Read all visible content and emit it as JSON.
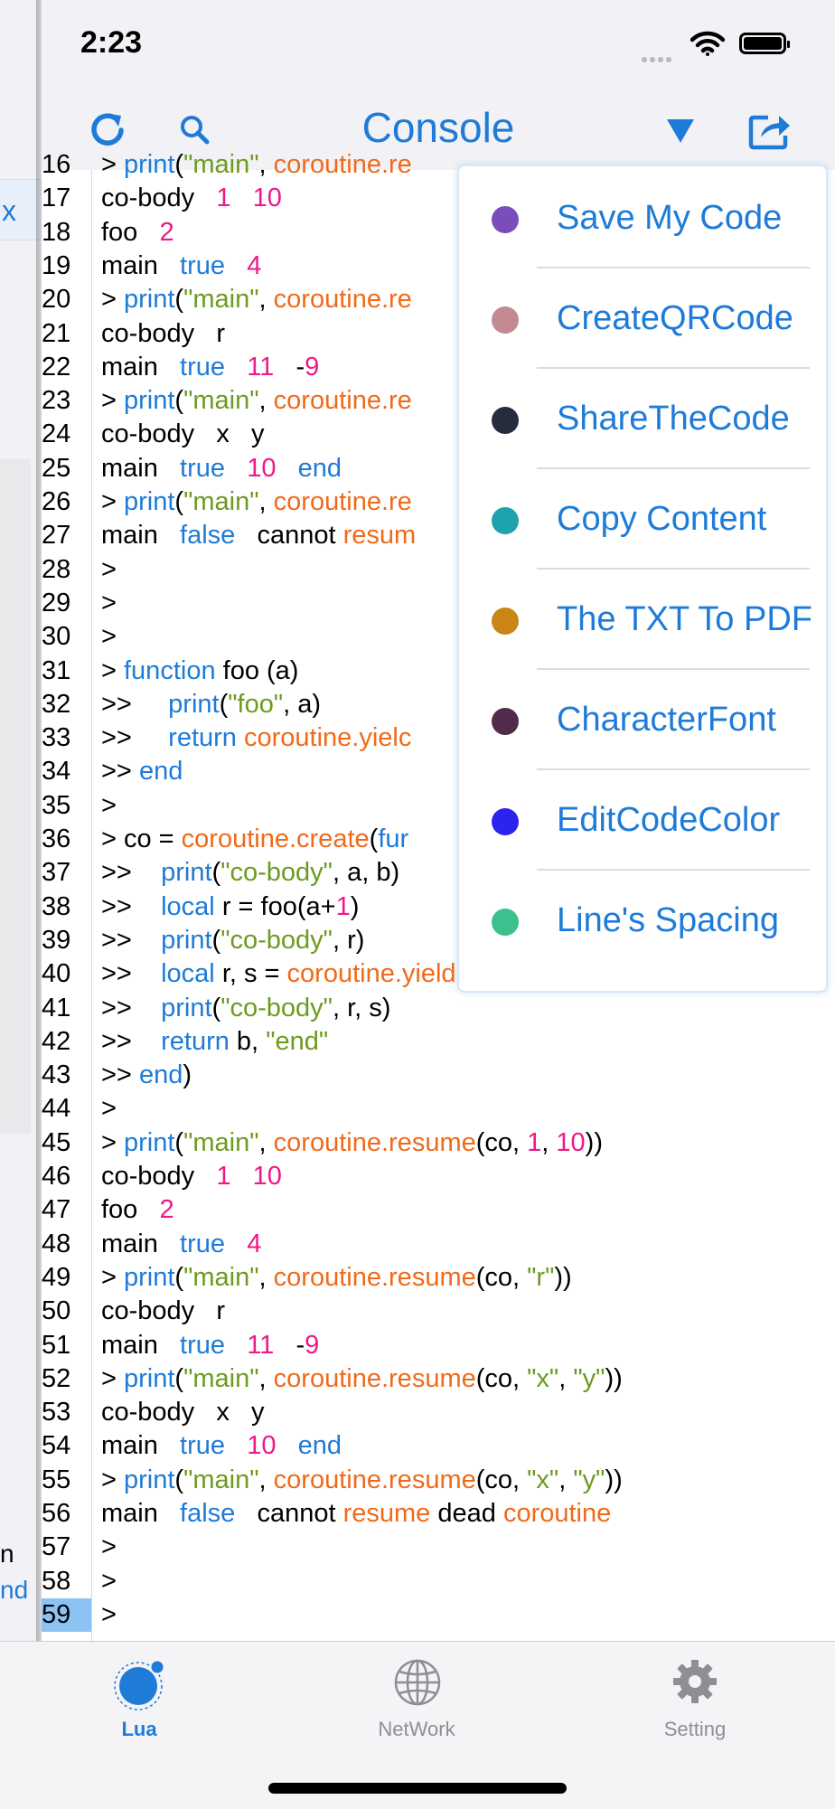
{
  "status": {
    "time": "2:23"
  },
  "nav": {
    "title": "Console"
  },
  "side_panel": {
    "close_label": "x",
    "frag1": "n",
    "frag2": "nd"
  },
  "code_lines": [
    {
      "num": "16",
      "html": "> <span class='k'>print</span>(<span class='s'>\"main\"</span>, <span class='o'>coroutine.re</span>"
    },
    {
      "num": "17",
      "html": "co-body   <span class='n'>1</span>   <span class='n'>10</span>"
    },
    {
      "num": "18",
      "html": "foo   <span class='n'>2</span>"
    },
    {
      "num": "19",
      "html": "main   <span class='k'>true</span>   <span class='n'>4</span>"
    },
    {
      "num": "20",
      "html": "> <span class='k'>print</span>(<span class='s'>\"main\"</span>, <span class='o'>coroutine.re</span>"
    },
    {
      "num": "21",
      "html": "co-body   r"
    },
    {
      "num": "22",
      "html": "main   <span class='k'>true</span>   <span class='n'>11</span>   -<span class='n'>9</span>"
    },
    {
      "num": "23",
      "html": "> <span class='k'>print</span>(<span class='s'>\"main\"</span>, <span class='o'>coroutine.re</span>"
    },
    {
      "num": "24",
      "html": "co-body   x   y"
    },
    {
      "num": "25",
      "html": "main   <span class='k'>true</span>   <span class='n'>10</span>   <span class='k'>end</span>"
    },
    {
      "num": "26",
      "html": "> <span class='k'>print</span>(<span class='s'>\"main\"</span>, <span class='o'>coroutine.re</span>"
    },
    {
      "num": "27",
      "html": "main   <span class='k'>false</span>   cannot <span class='o'>resum</span>"
    },
    {
      "num": "28",
      "html": ">"
    },
    {
      "num": "29",
      "html": ">"
    },
    {
      "num": "30",
      "html": ">"
    },
    {
      "num": "31",
      "html": "> <span class='k'>function</span> foo (a)"
    },
    {
      "num": "32",
      "html": ">>     <span class='k'>print</span>(<span class='s'>\"foo\"</span>, a)"
    },
    {
      "num": "33",
      "html": ">>     <span class='k'>return</span> <span class='o'>coroutine.yielc</span>"
    },
    {
      "num": "34",
      "html": ">> <span class='k'>end</span>"
    },
    {
      "num": "35",
      "html": ">"
    },
    {
      "num": "36",
      "html": "> co = <span class='o'>coroutine.create</span>(<span class='k'>fur</span>"
    },
    {
      "num": "37",
      "html": ">>    <span class='k'>print</span>(<span class='s'>\"co-body\"</span>, a, b)"
    },
    {
      "num": "38",
      "html": ">>    <span class='k'>local</span> r = foo(a+<span class='n'>1</span>)"
    },
    {
      "num": "39",
      "html": ">>    <span class='k'>print</span>(<span class='s'>\"co-body\"</span>, r)"
    },
    {
      "num": "40",
      "html": ">>    <span class='k'>local</span> r, s = <span class='o'>coroutine.yield</span>(a+b, a-b)"
    },
    {
      "num": "41",
      "html": ">>    <span class='k'>print</span>(<span class='s'>\"co-body\"</span>, r, s)"
    },
    {
      "num": "42",
      "html": ">>    <span class='k'>return</span> b, <span class='s'>\"end\"</span>"
    },
    {
      "num": "43",
      "html": ">> <span class='k'>end</span>)"
    },
    {
      "num": "44",
      "html": ">"
    },
    {
      "num": "45",
      "html": "> <span class='k'>print</span>(<span class='s'>\"main\"</span>, <span class='o'>coroutine.resume</span>(co, <span class='n'>1</span>, <span class='n'>10</span>))"
    },
    {
      "num": "46",
      "html": "co-body   <span class='n'>1</span>   <span class='n'>10</span>"
    },
    {
      "num": "47",
      "html": "foo   <span class='n'>2</span>"
    },
    {
      "num": "48",
      "html": "main   <span class='k'>true</span>   <span class='n'>4</span>"
    },
    {
      "num": "49",
      "html": "> <span class='k'>print</span>(<span class='s'>\"main\"</span>, <span class='o'>coroutine.resume</span>(co, <span class='s'>\"r\"</span>))"
    },
    {
      "num": "50",
      "html": "co-body   r"
    },
    {
      "num": "51",
      "html": "main   <span class='k'>true</span>   <span class='n'>11</span>   -<span class='n'>9</span>"
    },
    {
      "num": "52",
      "html": "> <span class='k'>print</span>(<span class='s'>\"main\"</span>, <span class='o'>coroutine.resume</span>(co, <span class='s'>\"x\"</span>, <span class='s'>\"y\"</span>))"
    },
    {
      "num": "53",
      "html": "co-body   x   y"
    },
    {
      "num": "54",
      "html": "main   <span class='k'>true</span>   <span class='n'>10</span>   <span class='k'>end</span>"
    },
    {
      "num": "55",
      "html": "> <span class='k'>print</span>(<span class='s'>\"main\"</span>, <span class='o'>coroutine.resume</span>(co, <span class='s'>\"x\"</span>, <span class='s'>\"y\"</span>))"
    },
    {
      "num": "56",
      "html": "main   <span class='k'>false</span>   cannot <span class='o'>resume</span> dead <span class='o'>coroutine</span>"
    },
    {
      "num": "57",
      "html": ">"
    },
    {
      "num": "58",
      "html": ">"
    },
    {
      "num": "59",
      "html": ">",
      "active": true
    }
  ],
  "menu": {
    "items": [
      {
        "label": "Save My Code",
        "color": "#7b4dbb"
      },
      {
        "label": "CreateQRCode",
        "color": "#c38a92"
      },
      {
        "label": "ShareTheCode",
        "color": "#252c3c"
      },
      {
        "label": "Copy Content",
        "color": "#1ea2ad"
      },
      {
        "label": "The TXT To PDF",
        "color": "#c98617"
      },
      {
        "label": "CharacterFont",
        "color": "#512b4c"
      },
      {
        "label": "EditCodeColor",
        "color": "#2b23ee"
      },
      {
        "label": "Line's Spacing",
        "color": "#3dbf8e"
      }
    ]
  },
  "tabs": [
    {
      "label": "Lua",
      "active": true
    },
    {
      "label": "NetWork",
      "active": false
    },
    {
      "label": "Setting",
      "active": false
    }
  ],
  "colors": {
    "accent": "#1e7bd8",
    "keyword": "#1e7bd8",
    "string": "#6c9b1f",
    "library": "#f06a1a",
    "number": "#f0188a"
  }
}
